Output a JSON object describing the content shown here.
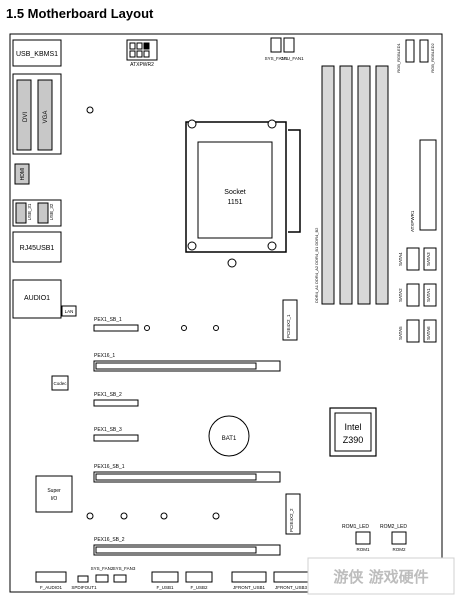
{
  "title": "1.5 Motherboard Layout",
  "labels": {
    "usb_kbms": "USB_KBMS1",
    "dvi": "DVI",
    "vga": "VGA",
    "hdmi": "HDMI",
    "usb_lan_top": "USB_31",
    "usb_lan_bottom": "USB_32",
    "rj45": "RJ45USB1",
    "audio": "AUDIO1",
    "lan": "LAN",
    "atxpwr2": "ATXPWR2",
    "sys_fan1": "SYS_FAN1",
    "cpu_fan1": "CPU_FAN1",
    "rgb1": "RGB_RGBLED1",
    "rgb2": "RGB_RGBLED2",
    "socket_line1": "Socket",
    "socket_line2": "1151",
    "atxpwr1": "ATXPWR1",
    "sata4": "SATA4",
    "sata3": "SATA3",
    "sata2": "SATA2",
    "sata1": "SATA1",
    "sata5": "SATA5",
    "sata6": "SATA6",
    "ddr": "DDR4_A1 DDR4_A2 DDR4_B1 DDR4_B2",
    "pex1_sb_1": "PEX1_SB_1",
    "pex16_1": "PEX16_1",
    "pex1_sb_2": "PEX1_SB_2",
    "pex1_sb_3": "PEX1_SB_3",
    "pex16_sb_1": "PEX16_SB_1",
    "pex16_sb_2": "PEX16_SB_2",
    "m2_1": "PCIE4X2_1",
    "m2_2": "PCIE4X2_2",
    "codec": "Codec",
    "bat": "BAT1",
    "intel": "Intel",
    "z390": "Z390",
    "super_io_1": "Super",
    "super_io_2": "I/O",
    "rom1_led": "ROM1_LED",
    "rom2_led": "ROM2_LED",
    "rom1": "ROM1",
    "rom2": "ROM2",
    "f_audio": "F_AUDIO1",
    "spdif": "SPDIFOUT1",
    "sys_fan2": "SYS_FAN2",
    "sys_fan3": "SYS_FAN3",
    "f_usb1": "F_USB1",
    "f_usb2": "F_USB2",
    "jfront_usb1": "JFRONT_USB1",
    "jfront_usb3": "JFRONT_USB3",
    "watermark": "游侠 游戏硬件"
  }
}
